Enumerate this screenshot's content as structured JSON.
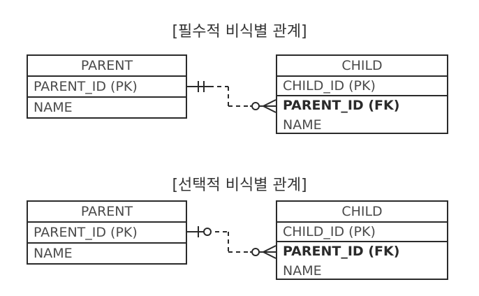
{
  "diagrams": [
    {
      "title": "[필수적 비식별 관계]",
      "parent": {
        "name": "PARENT",
        "attributes": [
          "PARENT_ID (PK)",
          "NAME"
        ]
      },
      "child": {
        "name": "CHILD",
        "attributes": [
          "CHILD_ID (PK)",
          "PARENT_ID (FK)",
          "NAME"
        ]
      },
      "relationship": {
        "parent_end": "one-and-only-one",
        "child_end": "zero-or-many",
        "identifying": false
      }
    },
    {
      "title": "[선택적 비식별 관계]",
      "parent": {
        "name": "PARENT",
        "attributes": [
          "PARENT_ID (PK)",
          "NAME"
        ]
      },
      "child": {
        "name": "CHILD",
        "attributes": [
          "CHILD_ID (PK)",
          "PARENT_ID (FK)",
          "NAME"
        ]
      },
      "relationship": {
        "parent_end": "zero-or-one",
        "child_end": "zero-or-many",
        "identifying": false
      }
    }
  ]
}
